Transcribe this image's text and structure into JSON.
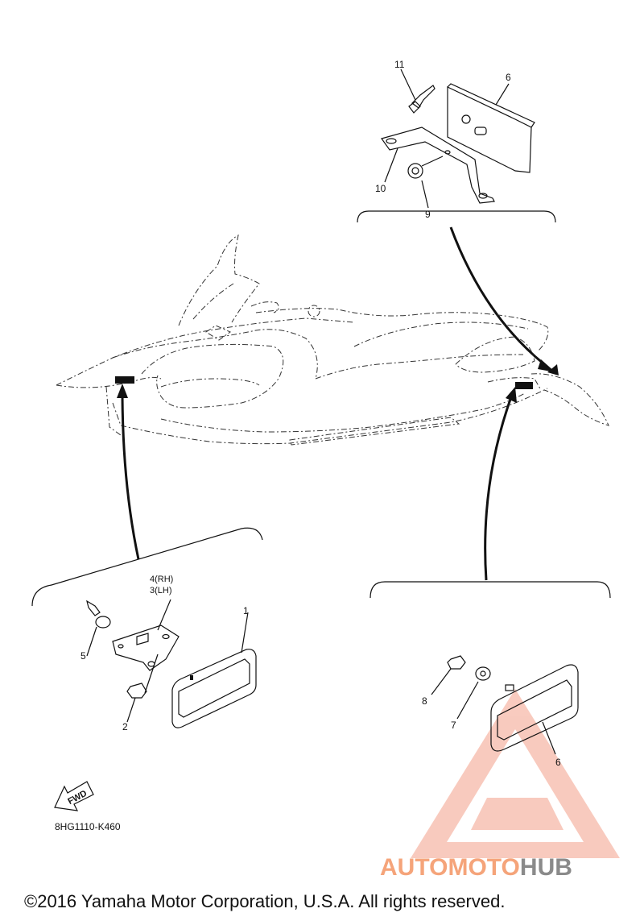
{
  "callouts": {
    "c1": "1",
    "c2": "2",
    "c5": "5",
    "c3": "3(LH)",
    "c4": "4(RH)",
    "c6a": "6",
    "c6b": "6",
    "c7": "7",
    "c8": "8",
    "c9": "9",
    "c10": "10",
    "c11": "11"
  },
  "fwd_label": "FWD",
  "drawing_code": "8HG1110-K460",
  "watermark": {
    "part1": "AUTOMOTO",
    "part2": "HUB",
    "color_primary": "#f08c6c",
    "color_secondary": "#8a8a8a"
  },
  "copyright": "©2016 Yamaha Motor Corporation, U.S.A. All rights reserved."
}
